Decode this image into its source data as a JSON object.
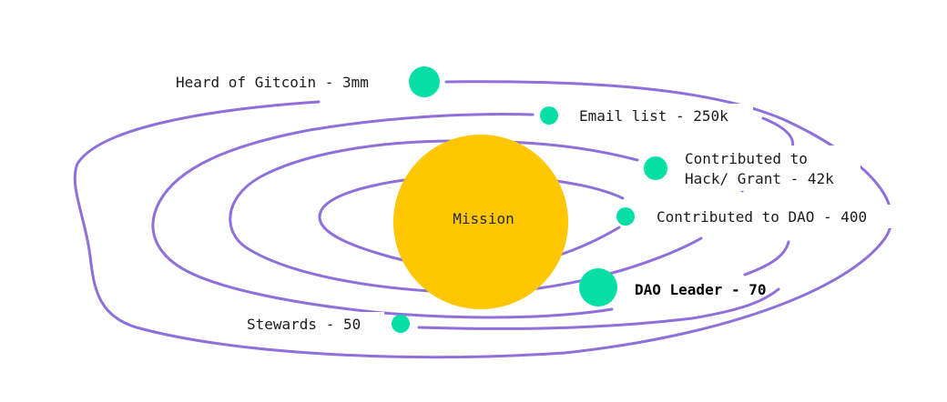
{
  "colors": {
    "orbit": "#8f6fda",
    "sun": "#fec700",
    "node": "#05dfa5",
    "background": "#ffffff"
  },
  "center": {
    "label": "Mission"
  },
  "tiers": [
    {
      "id": "heard",
      "name": "Heard of Gitcoin",
      "count": "3mm",
      "label": "Heard of Gitcoin - 3mm",
      "emphasis": false
    },
    {
      "id": "email",
      "name": "Email list",
      "count": "250k",
      "label": "Email list - 250k",
      "emphasis": false
    },
    {
      "id": "hack",
      "name": "Contributed to Hack/ Grant",
      "count": "42k",
      "label_line1": "Contributed to",
      "label_line2": "Hack/ Grant - 42k",
      "emphasis": false
    },
    {
      "id": "dao",
      "name": "Contributed to DAO",
      "count": "400",
      "label": "Contributed to DAO - 400",
      "emphasis": false
    },
    {
      "id": "leader",
      "name": "DAO Leader",
      "count": "70",
      "label": "DAO Leader - 70",
      "emphasis": true
    },
    {
      "id": "stewards",
      "name": "Stewards",
      "count": "50",
      "label": "Stewards - 50",
      "emphasis": false
    }
  ]
}
